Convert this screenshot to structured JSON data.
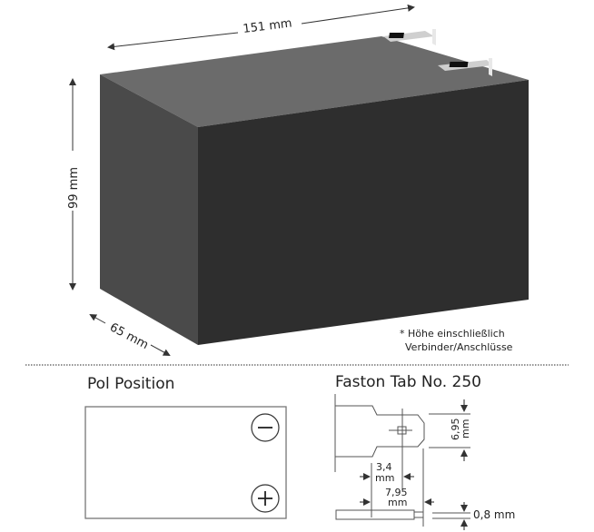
{
  "dimensions": {
    "length_label": "151 mm",
    "height_label": "99 mm",
    "depth_label": "65 mm",
    "footnote_line1": "* Höhe einschließlich",
    "footnote_line2": "Verbinder/Anschlüsse"
  },
  "battery": {
    "top_color": "#6b6b6b",
    "front_color": "#2e2e2e",
    "side_color": "#4a4a4a",
    "terminal_count": 2
  },
  "pol_position": {
    "title": "Pol Position",
    "terminals": [
      {
        "polarity": "negative",
        "symbol": "minus-icon",
        "location": "top-right"
      },
      {
        "polarity": "positive",
        "symbol": "plus-icon",
        "location": "bottom-right"
      }
    ]
  },
  "faston_tab": {
    "title": "Faston Tab No. 250",
    "width_label_value": "6,95",
    "width_label_unit": "mm",
    "hole_offset_value": "3,4",
    "hole_offset_unit": "mm",
    "length_value": "7,95",
    "length_unit": "mm",
    "thickness_label": "0,8 mm"
  }
}
